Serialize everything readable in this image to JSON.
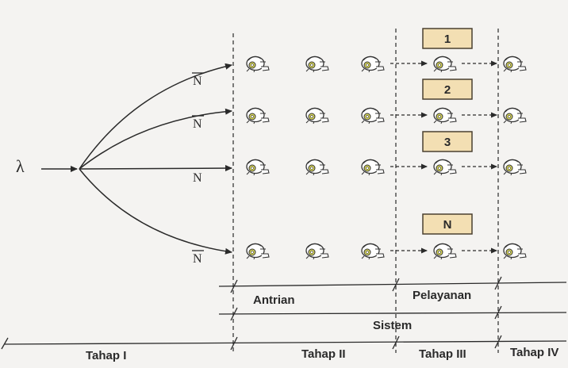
{
  "diagram": {
    "arrival_symbol": "λ",
    "branch_labels": [
      "N",
      "N",
      "N",
      "N"
    ],
    "servers": [
      "1",
      "2",
      "3",
      "N"
    ],
    "regions": {
      "antrian": "Antrian",
      "pelayanan": "Pelayanan",
      "sistem": "Sistem"
    },
    "stages": [
      "Tahap I",
      "Tahap II",
      "Tahap III",
      "Tahap IV"
    ],
    "icon": "car-icon",
    "colors": {
      "line": "#2a2a2a",
      "server_box_fill": "#f3dfb3",
      "server_box_border": "#4a4030",
      "car_body": "#ffffff",
      "car_accent": "#d8d65a",
      "text": "#2a2a2a"
    }
  }
}
